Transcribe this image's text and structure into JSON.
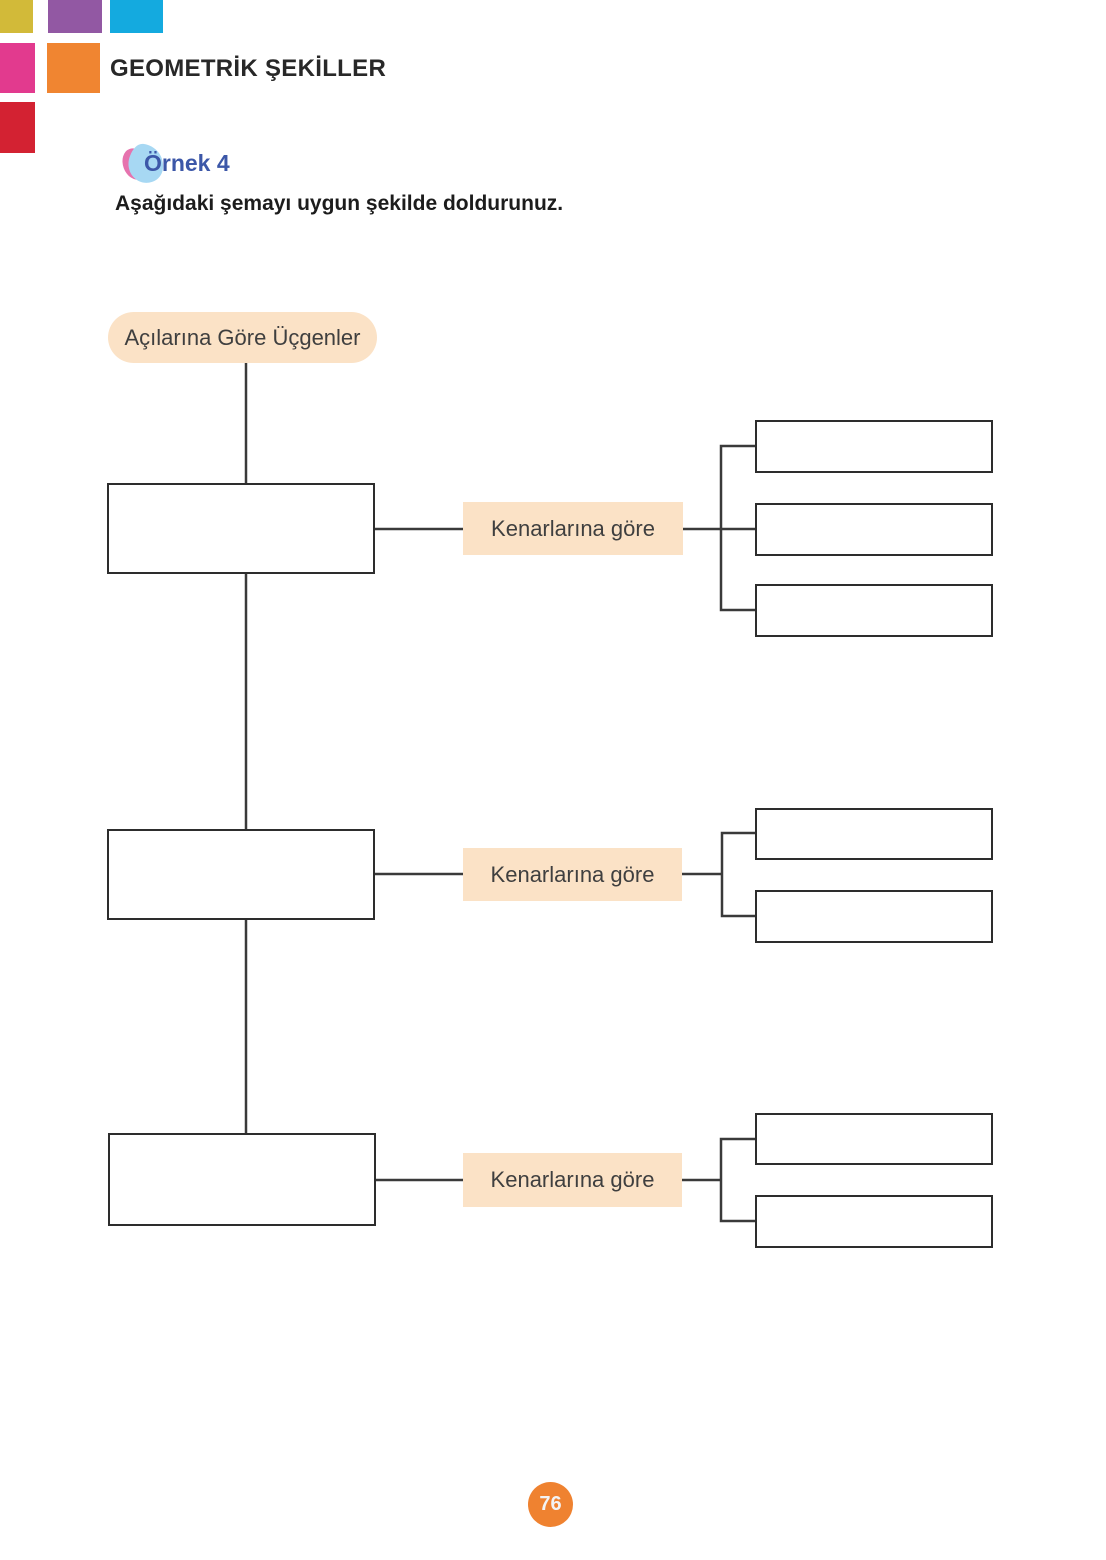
{
  "header": {
    "title": "GEOMETRİK ŞEKİLLER",
    "corner_squares": [
      {
        "name": "yellow",
        "color": "#d2ba39"
      },
      {
        "name": "purple",
        "color": "#9258a3"
      },
      {
        "name": "cyan",
        "color": "#14aadf"
      },
      {
        "name": "pink",
        "color": "#e23a8e"
      },
      {
        "name": "orange",
        "color": "#f08531"
      },
      {
        "name": "red",
        "color": "#d32232"
      }
    ]
  },
  "example": {
    "label": "Örnek 4"
  },
  "instruction": "Aşağıdaki şemayı uygun şekilde doldurunuz.",
  "diagram": {
    "root_label": "Açılarına Göre Üçgenler",
    "groups": [
      {
        "side_label": "Kenarlarına göre",
        "left_box": "",
        "right_boxes": [
          "",
          "",
          ""
        ]
      },
      {
        "side_label": "Kenarlarına göre",
        "left_box": "",
        "right_boxes": [
          "",
          ""
        ]
      },
      {
        "side_label": "Kenarlarına göre",
        "left_box": "",
        "right_boxes": [
          "",
          ""
        ]
      }
    ],
    "colors": {
      "label_background": "#fbe2c6",
      "connector_line": "#3a3a3a",
      "box_border": "#2d2d2d"
    }
  },
  "footer": {
    "page_number": "76",
    "badge_color": "#ef8230"
  }
}
